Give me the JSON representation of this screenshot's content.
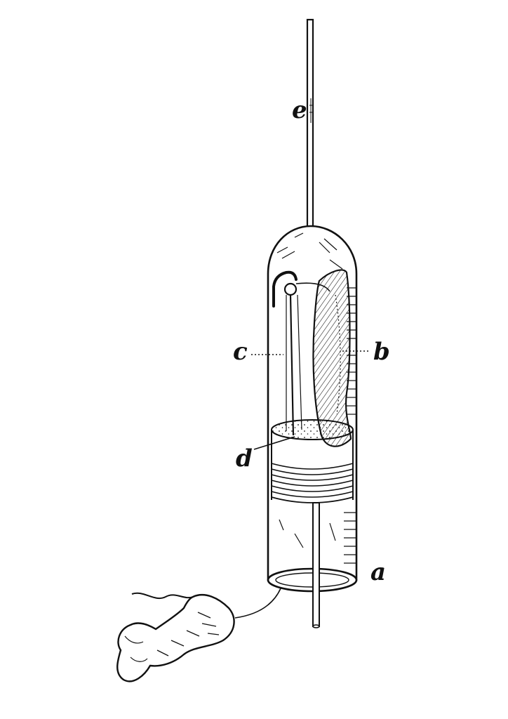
{
  "figure": {
    "labels": {
      "a": "a",
      "b": "b",
      "c": "c",
      "d": "d",
      "e": "e"
    },
    "colors": {
      "ink": "#111111",
      "paper": "#ffffff"
    }
  }
}
